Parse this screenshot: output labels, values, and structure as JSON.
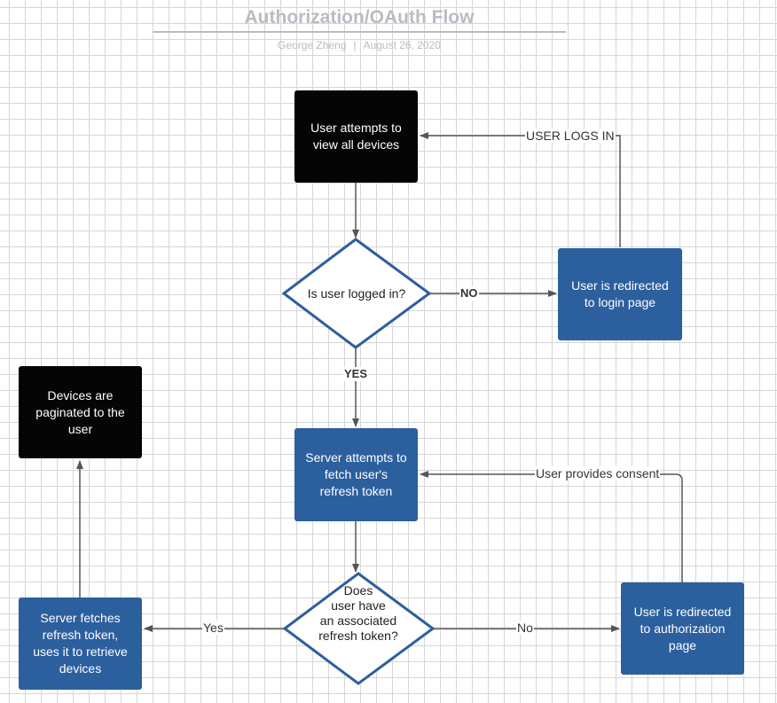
{
  "header": {
    "title": "Authorization/OAuth Flow",
    "author": "George Zheng",
    "separator": "|",
    "date": "August 26, 2020"
  },
  "nodes": {
    "view_devices": "User attempts to\nview all devices",
    "logged_in": "Is user logged in?",
    "login_redirect": "User is redirected\nto login page",
    "fetch_refresh": "Server attempts to\nfetch user's\nrefresh token",
    "has_refresh": "Does\nuser have\nan associated\nrefresh token?",
    "auth_redirect": "User is redirected\nto authorization\npage",
    "fetch_devices": "Server fetches\nrefresh token,\nuses it to retrieve\ndevices",
    "paginated": "Devices are\npaginated to the\nuser"
  },
  "edges": {
    "user_logs_in": "USER LOGS IN",
    "no_upper": "NO",
    "yes_upper": "YES",
    "consent": "User provides consent",
    "yes_lower": "Yes",
    "no_lower": "No"
  },
  "colors": {
    "terminal": "#050505",
    "process": "#2c5f9e",
    "decision_stroke": "#2c5f9e",
    "connector": "#555555",
    "header": "#b9bcc4"
  }
}
